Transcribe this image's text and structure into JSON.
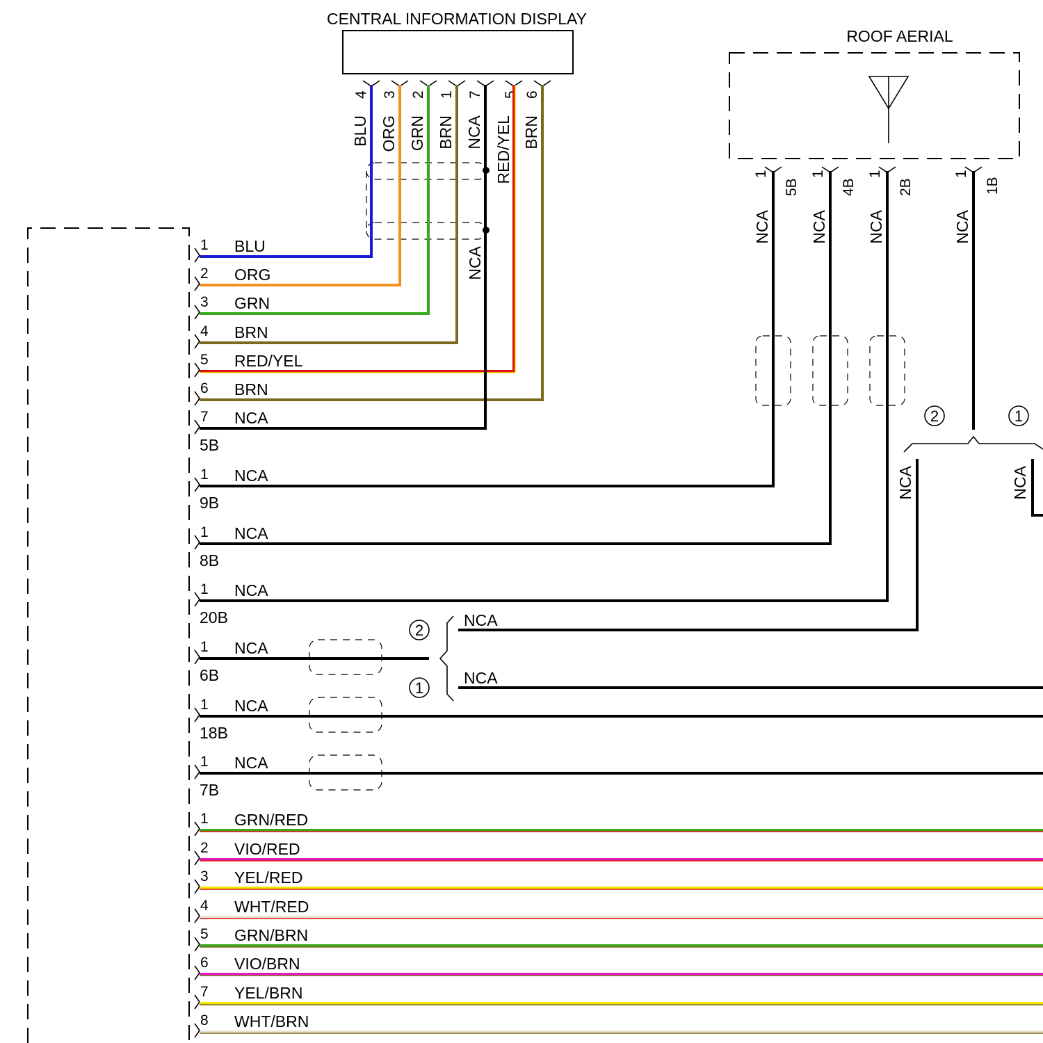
{
  "components": {
    "cid": {
      "title": "CENTRAL INFORMATION DISPLAY"
    },
    "aerial": {
      "title": "ROOF AERIAL"
    }
  },
  "colors": {
    "BLU": "#1a1ad6",
    "ORG": "#f5901e",
    "GRN": "#3aa81e",
    "BRN": "#7a6a1e",
    "RED": "#e01010",
    "YEL": "#f5e800",
    "NCA": "#000000",
    "VIO": "#e01ec0",
    "WHT": "#e8e0d0"
  },
  "cid_pins": [
    {
      "pin": "4",
      "label": "BLU"
    },
    {
      "pin": "3",
      "label": "ORG"
    },
    {
      "pin": "2",
      "label": "GRN"
    },
    {
      "pin": "1",
      "label": "BRN"
    },
    {
      "pin": "7",
      "label": "NCA"
    },
    {
      "pin": "5",
      "label": "RED/YEL"
    },
    {
      "pin": "6",
      "label": "BRN"
    }
  ],
  "cid_nca_lower_label": "NCA",
  "aerial_connectors": [
    {
      "pin": "1",
      "conn": "5B",
      "label": "NCA"
    },
    {
      "pin": "1",
      "conn": "4B",
      "label": "NCA"
    },
    {
      "pin": "1",
      "conn": "2B",
      "label": "NCA"
    },
    {
      "pin": "1",
      "conn": "1B",
      "label": "NCA"
    }
  ],
  "variant_markers": {
    "v1": "1",
    "v2": "2"
  },
  "variant_wire_labels": {
    "left": "NCA",
    "right": "NCA"
  },
  "unit_rows": [
    {
      "pin": "1",
      "label": "BLU"
    },
    {
      "pin": "2",
      "label": "ORG"
    },
    {
      "pin": "3",
      "label": "GRN"
    },
    {
      "pin": "4",
      "label": "BRN"
    },
    {
      "pin": "5",
      "label": "RED/YEL"
    },
    {
      "pin": "6",
      "label": "BRN"
    },
    {
      "pin": "7",
      "label": "NCA",
      "conn": "5B"
    },
    {
      "pin": "1",
      "label": "NCA",
      "conn": "9B"
    },
    {
      "pin": "1",
      "label": "NCA",
      "conn": "8B"
    },
    {
      "pin": "1",
      "label": "NCA",
      "conn": "20B"
    },
    {
      "pin": "1",
      "label": "NCA",
      "conn": "6B"
    },
    {
      "pin": "1",
      "label": "NCA",
      "conn": "18B"
    },
    {
      "pin": "1",
      "label": "NCA",
      "conn": "7B"
    },
    {
      "pin": "1",
      "label": "GRN/RED"
    },
    {
      "pin": "2",
      "label": "VIO/RED"
    },
    {
      "pin": "3",
      "label": "YEL/RED"
    },
    {
      "pin": "4",
      "label": "WHT/RED"
    },
    {
      "pin": "5",
      "label": "GRN/BRN"
    },
    {
      "pin": "6",
      "label": "VIO/BRN"
    },
    {
      "pin": "7",
      "label": "YEL/BRN"
    },
    {
      "pin": "8",
      "label": "WHT/BRN"
    }
  ],
  "branch_labels": [
    {
      "marker": "2",
      "label": "NCA"
    },
    {
      "marker": "1",
      "label": "NCA"
    }
  ]
}
